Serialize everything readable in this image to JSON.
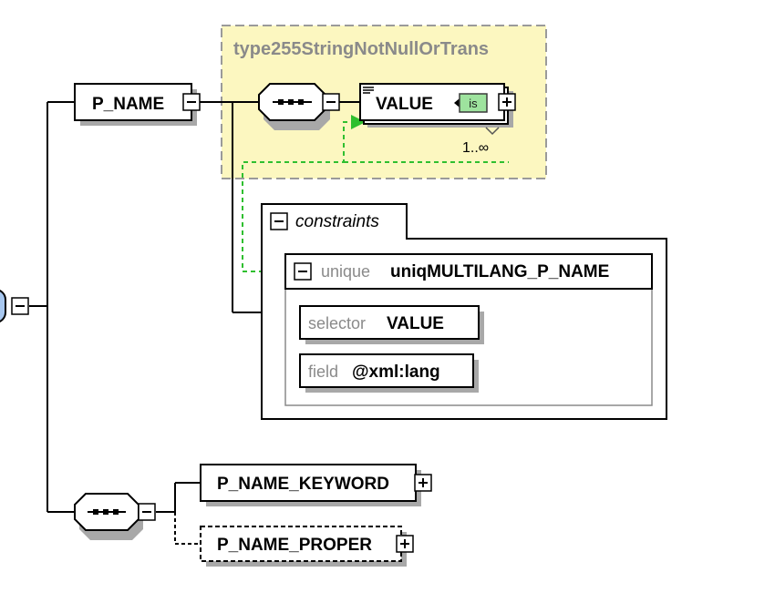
{
  "type_box": {
    "title": "type255StringNotNullOrTrans",
    "fill_color": "#fcf7c0",
    "border_color": "#9a9a9a"
  },
  "elements": {
    "p_name": "P_NAME",
    "value": "VALUE",
    "value_badge": "is",
    "value_occurrence": "1..∞",
    "p_name_keyword": "P_NAME_KEYWORD",
    "p_name_proper": "P_NAME_PROPER"
  },
  "constraints": {
    "tab_label": "constraints",
    "unique": {
      "kind": "unique",
      "name": "uniqMULTILANG_P_NAME"
    },
    "selector": {
      "kind": "selector",
      "value": "VALUE"
    },
    "field": {
      "kind": "field",
      "value": "@xml:lang"
    }
  },
  "colors": {
    "identity_link": "#2fbf2f",
    "line": "#000000",
    "shadow": "#a0a0a0",
    "parent_node": "#a8c8f0"
  },
  "icons": {
    "collapse": "minus-box-icon",
    "expand": "plus-box-icon",
    "sequence": "sequence-compositor-icon",
    "text_content": "text-content-icon",
    "simple_type_badge": "simple-type-badge-icon"
  }
}
